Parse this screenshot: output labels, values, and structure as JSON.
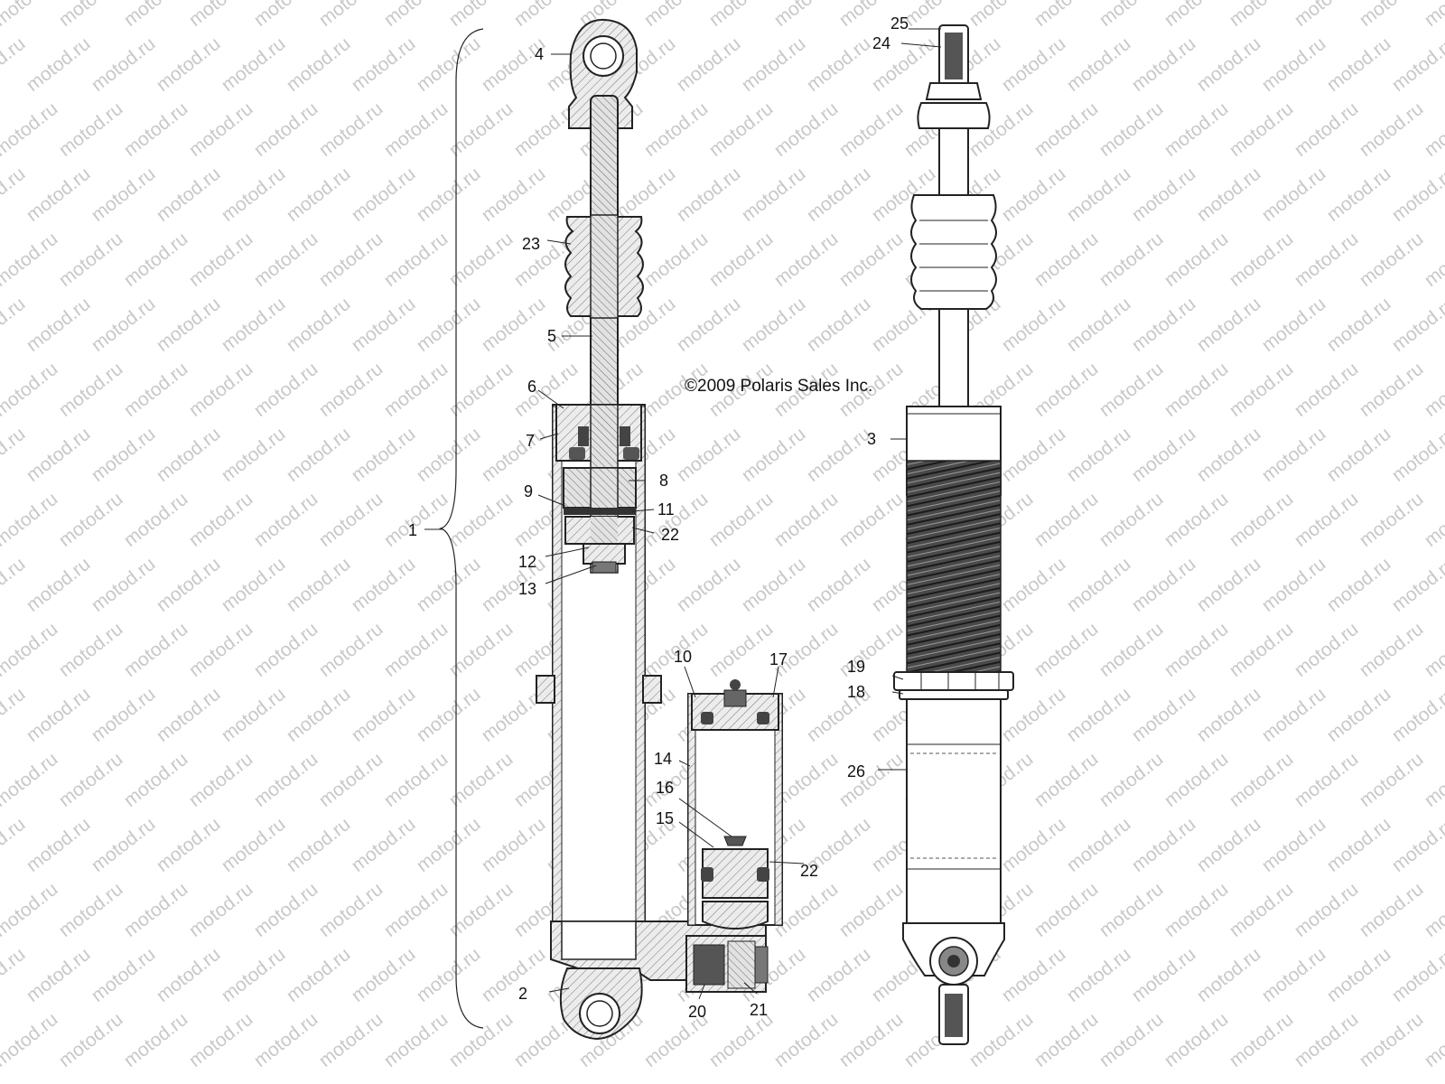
{
  "watermark": "motod.ru",
  "copyright": "©2009 Polaris Sales Inc.",
  "callouts": {
    "c1": "1",
    "c2": "2",
    "c3": "3",
    "c4": "4",
    "c5": "5",
    "c6": "6",
    "c7": "7",
    "c8": "8",
    "c9": "9",
    "c10": "10",
    "c11": "11",
    "c12": "12",
    "c13": "13",
    "c14": "14",
    "c15": "15",
    "c16": "16",
    "c17": "17",
    "c18": "18",
    "c19": "19",
    "c20": "20",
    "c21": "21",
    "c22a": "22",
    "c22b": "22",
    "c23": "23",
    "c24": "24",
    "c25": "25",
    "c26": "26"
  },
  "colors": {
    "line": "#222222",
    "hatch_fill": "#e6e6e6",
    "spring": "#333333",
    "watermark": "#c8c8c8"
  }
}
